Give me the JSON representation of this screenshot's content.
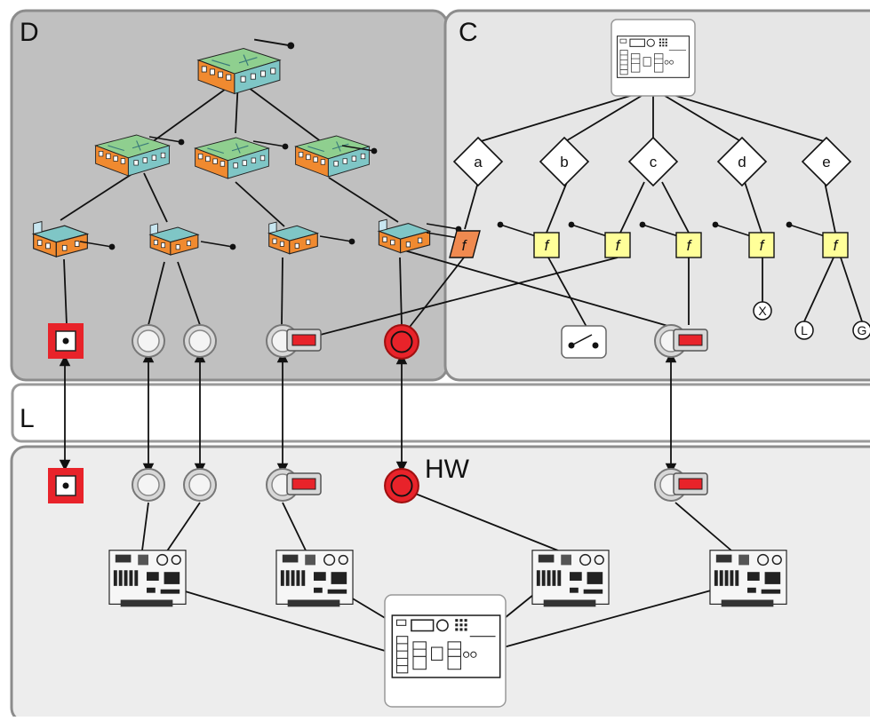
{
  "panels": {
    "D": {
      "label": "D",
      "fill": "#c0c0c0"
    },
    "C": {
      "label": "C",
      "fill": "#e6e6e6"
    },
    "L": {
      "label": "L",
      "fill": "#ffffff"
    },
    "HW": {
      "label": "HW",
      "fill": "#ededed"
    }
  },
  "decisions": [
    "a",
    "b",
    "c",
    "d",
    "e"
  ],
  "function_symbol": "f",
  "terminals": [
    "X",
    "L",
    "G"
  ],
  "colors": {
    "line": "#111111",
    "panel_border": "#8c8c8c",
    "function_box": "#ffff99",
    "active_function_box": "#f08a50",
    "alarm_red": "#e8232a",
    "building_green": "#8fcf8f",
    "building_orange": "#f08a30",
    "building_teal": "#7fc6c6",
    "detector_grey": "#d0d0d0"
  },
  "icons": {
    "manual_call_point": "manual-call-point-icon",
    "smoke_detector": "smoke-detector-icon",
    "detector_with_indicator": "detector-with-indicator-icon",
    "alarm_bell": "alarm-sounder-icon",
    "switch": "switch-icon",
    "control_panel": "control-panel-icon",
    "circuit_board": "loop-module-board-icon",
    "building": "building-icon"
  }
}
